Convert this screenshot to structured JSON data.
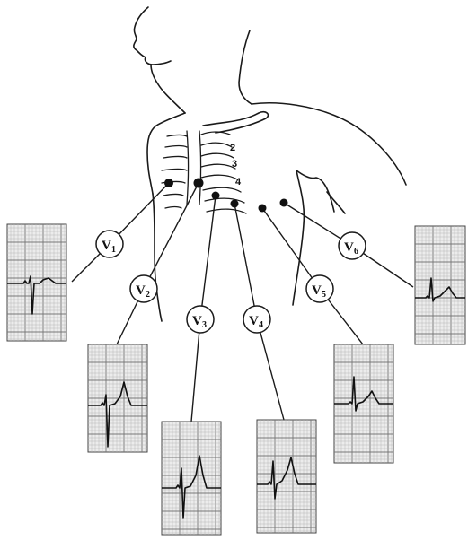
{
  "rib_numbers": [
    "2",
    "3",
    "4"
  ],
  "leads": [
    {
      "id": "V1",
      "letter": "V",
      "sub": "1",
      "trace": "v1"
    },
    {
      "id": "V2",
      "letter": "V",
      "sub": "2",
      "trace": "v2"
    },
    {
      "id": "V3",
      "letter": "V",
      "sub": "3",
      "trace": "v3"
    },
    {
      "id": "V4",
      "letter": "V",
      "sub": "4",
      "trace": "v4"
    },
    {
      "id": "V5",
      "letter": "V",
      "sub": "5",
      "trace": "v5"
    },
    {
      "id": "V6",
      "letter": "V",
      "sub": "6",
      "trace": "v6"
    }
  ]
}
